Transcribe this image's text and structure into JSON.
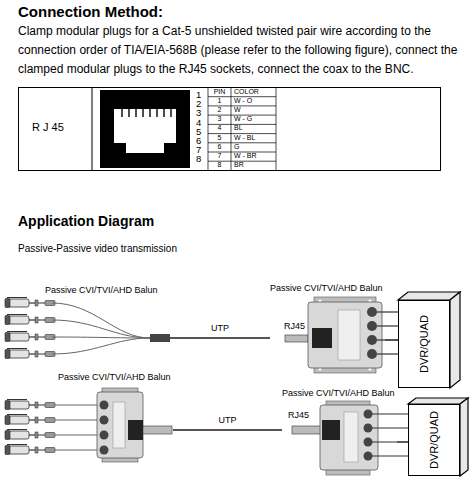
{
  "diagram": {
    "title": "Connection Method:",
    "nodes": [
      {
        "text": [
          "Passive CVI/TVI/AHD Balun"
        ]
      },
      {
        "text": [
          "Passive CVI/TVI/AHD Balun"
        ]
      },
      {
        "text": [
          "DVR/QUAD"
        ]
      },
      {
        "text": [
          "Passive CVI/TVI/AHD Balun"
        ]
      },
      {
        "text": [
          "Passive CVI/TVI/AHD Balun"
        ]
      },
      {
        "text": [
          "DVR/QUAD"
        ]
      }
    ],
    "edges": [
      {
        "from": 0,
        "to": 1,
        "arrow": "none",
        "label": "UTP"
      },
      {
        "from": 1,
        "to": 2,
        "arrow": "none"
      },
      {
        "from": 3,
        "to": 4,
        "arrow": "none",
        "label": "UTP"
      },
      {
        "from": 4,
        "to": 5,
        "arrow": "none"
      }
    ],
    "labels": [
      "Clamp modular plugs for a Cat-5 unshielded twisted pair wire according to the connection order of TIA/EIA-568B (please refer to the following figure), connect the clamped modular plugs to the RJ45 sockets, connect the coax to the BNC.",
      "R J 45",
      "1",
      "2",
      "3",
      "4",
      "5",
      "6",
      "7",
      "8",
      "PIN",
      "COLOR",
      "1",
      "W - O",
      "2",
      "W",
      "3",
      "W - G",
      "4",
      "BL",
      "5",
      "W - BL",
      "6",
      "G",
      "7",
      "W - BR",
      "8",
      "BR",
      "Application Diagram",
      "Passive-Passive video transmission",
      "RJ45",
      "RJ45"
    ]
  }
}
